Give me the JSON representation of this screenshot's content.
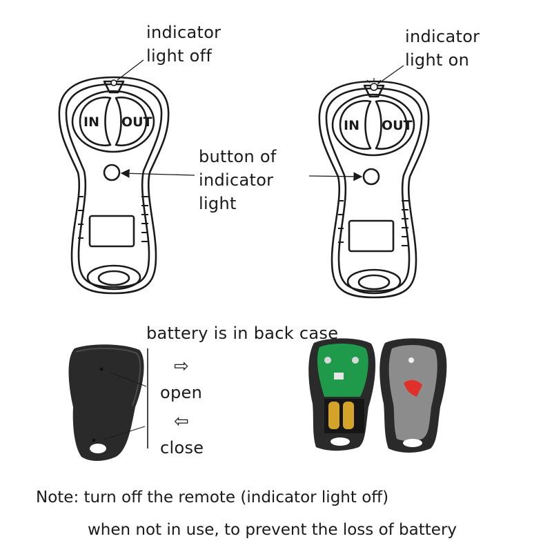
{
  "labels": {
    "indicator_off": [
      "indicator",
      "light off"
    ],
    "indicator_on": [
      "indicator",
      "light on"
    ],
    "button_indicator": [
      "button of",
      "indicator",
      "light"
    ],
    "battery_title": "battery is in back case",
    "open": "open",
    "close": "close",
    "open_arrow": "⇨",
    "close_arrow": "⇦"
  },
  "remote_buttons": {
    "in_label": "IN",
    "out_label": "OUT"
  },
  "note": {
    "line1": "Note: turn off the remote (indicator light off)",
    "line2": "when not in use, to prevent the loss of battery"
  },
  "colors": {
    "outline": "#1a1a1a",
    "remote_shell": "#2a2a2a",
    "pcb": "#1f9a4a",
    "battery": "#d4a32a",
    "back_case_interior": "#8c8c8c",
    "red_sticker": "#e0302a",
    "indicator_glow": "#f3f3f3"
  },
  "icons": [
    "arrow-right-icon",
    "arrow-left-icon"
  ]
}
